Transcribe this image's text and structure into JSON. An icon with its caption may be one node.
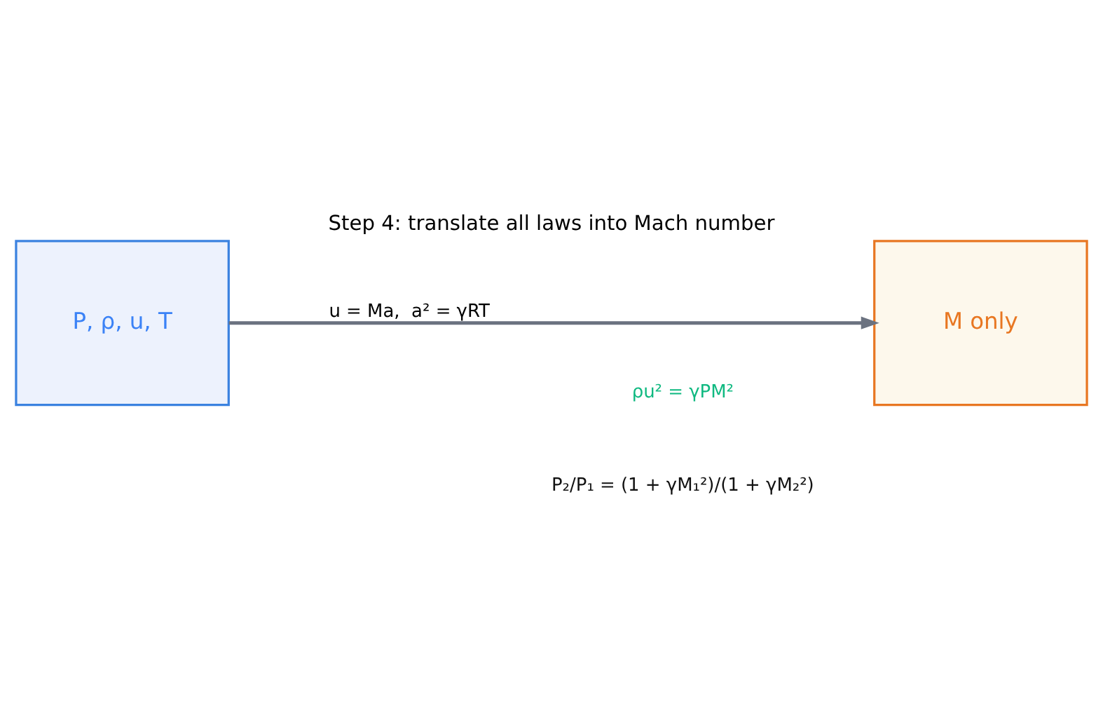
{
  "diagram": {
    "title": "Step 4: translate all laws into Mach number",
    "nodes": [
      {
        "text": [
          "P, ρ, u, T"
        ]
      },
      {
        "text": [
          "M only"
        ]
      }
    ],
    "edges": [
      {
        "from": 0,
        "to": 1,
        "arrow": "to",
        "label": "u = Ma,  a² = γRT",
        "color": "#6b7280"
      }
    ],
    "labels": [
      "ρu² = γPM²",
      "P₂/P₁ = (1 + γM₁²)/(1 + γM₂²)"
    ]
  }
}
